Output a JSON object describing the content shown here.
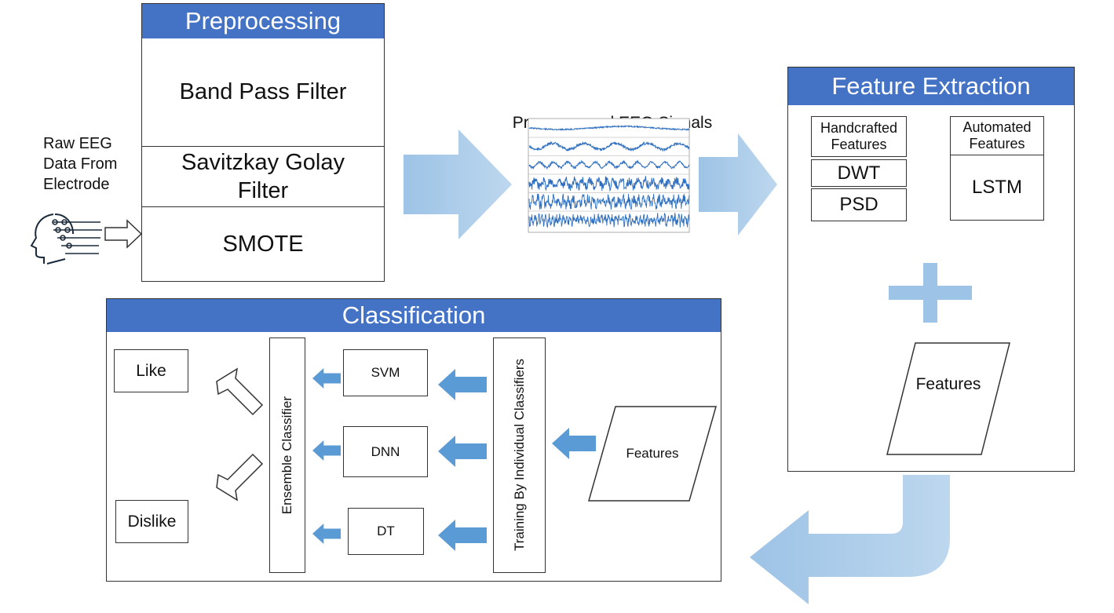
{
  "preprocessing": {
    "title": "Preprocessing",
    "steps": [
      "Band Pass Filter",
      "Savitzkay Golay Filter",
      "SMOTE"
    ]
  },
  "input": {
    "label": "Raw EEG Data From Electrode",
    "icon": "head-electrodes-icon"
  },
  "signals": {
    "title": "Preprocessed EEG Signals"
  },
  "feature_extraction": {
    "title": "Feature Extraction",
    "handcrafted": "Handcrafted Features",
    "dwt": "DWT",
    "psd": "PSD",
    "automated": "Automated Features",
    "lstm": "LSTM",
    "features": "Features"
  },
  "classification": {
    "title": "Classification",
    "like": "Like",
    "dislike": "Dislike",
    "ensemble": "Ensemble Classifier",
    "svm": "SVM",
    "dnn": "DNN",
    "dt": "DT",
    "training": "Training By Individual Classifiers",
    "features": "Features"
  },
  "colors": {
    "header": "#4472C4",
    "arrow": "#5B9BD5",
    "big_arrow": "#9DC3E6"
  }
}
